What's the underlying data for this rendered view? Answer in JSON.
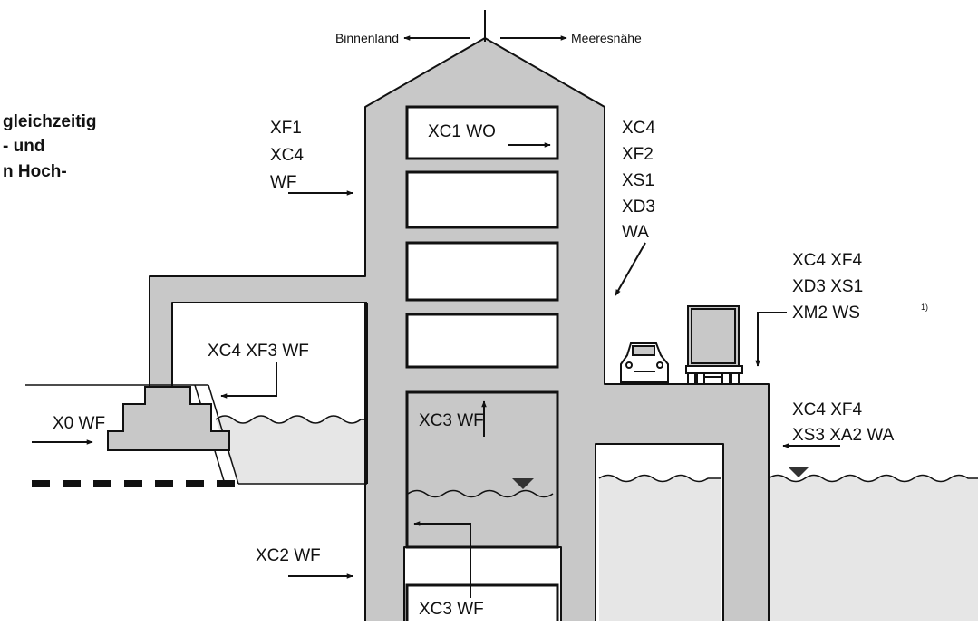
{
  "colors": {
    "concrete": "#c8c8c8",
    "water": "#e6e6e6",
    "outline": "#111111",
    "background": "#ffffff"
  },
  "header": {
    "left_label": "Binnenland",
    "right_label": "Meeresnähe"
  },
  "intro_text": {
    "line1": "gleichzeitig",
    "line2": "- und",
    "line3": "n Hoch-"
  },
  "labels": {
    "left_wall": [
      "XF1",
      "XC4",
      "WF"
    ],
    "right_wall": [
      "XC4",
      "XF2",
      "XS1",
      "XD3",
      "WA"
    ],
    "top_room": "XC1 WO",
    "basin": "XC4 XF3 WF",
    "foundation": "X0 WF",
    "tank_room": "XC3 WF",
    "lower_left": "XC2 WF",
    "bottom_room": "XC3 WF",
    "deck": [
      "XC4 XF4",
      "XD3 XS1",
      "XM2 WS"
    ],
    "deck_footnote": "1)",
    "seawater": [
      "XC4 XF4",
      "XS3 XA2 WA"
    ]
  },
  "icons": [
    "car-icon",
    "truck-icon",
    "water-level-icon"
  ]
}
